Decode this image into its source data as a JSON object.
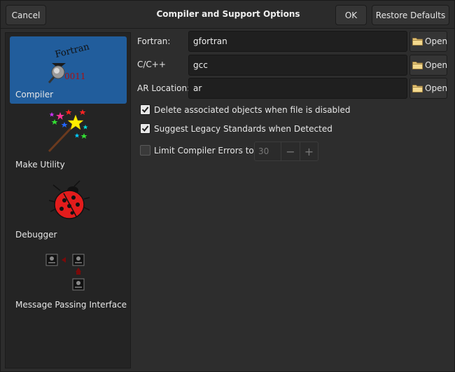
{
  "header": {
    "cancel_label": "Cancel",
    "title": "Compiler and Support Options",
    "ok_label": "OK",
    "restore_label": "Restore Defaults"
  },
  "sidebar": {
    "items": [
      {
        "label": "Compiler",
        "icon": "fortran-compiler-icon",
        "selected": true,
        "icon_text_top": "Fortran",
        "icon_text_bottom": "0011"
      },
      {
        "label": "Make Utility",
        "icon": "magic-wand-icon",
        "selected": false
      },
      {
        "label": "Debugger",
        "icon": "ladybug-icon",
        "selected": false
      },
      {
        "label": "Message Passing Interface",
        "icon": "mpi-network-icon",
        "selected": false
      }
    ]
  },
  "main": {
    "fields": [
      {
        "label": "Fortran:",
        "value": "gfortran",
        "open_label": "Open"
      },
      {
        "label": "C/C++",
        "value": "gcc",
        "open_label": "Open"
      },
      {
        "label": "AR Location:",
        "value": "ar",
        "open_label": "Open"
      }
    ],
    "options": [
      {
        "label": "Delete associated objects when file is disabled",
        "checked": true
      },
      {
        "label": "Suggest Legacy Standards when Detected",
        "checked": true
      },
      {
        "label": "Limit Compiler Errors to:",
        "checked": false
      }
    ],
    "error_limit": {
      "value": "30",
      "minus": "−",
      "plus": "+"
    }
  },
  "colors": {
    "selected": "#215d9c",
    "background": "#2d2d2d",
    "sidebar": "#242424",
    "entry": "#1f1f1f"
  }
}
